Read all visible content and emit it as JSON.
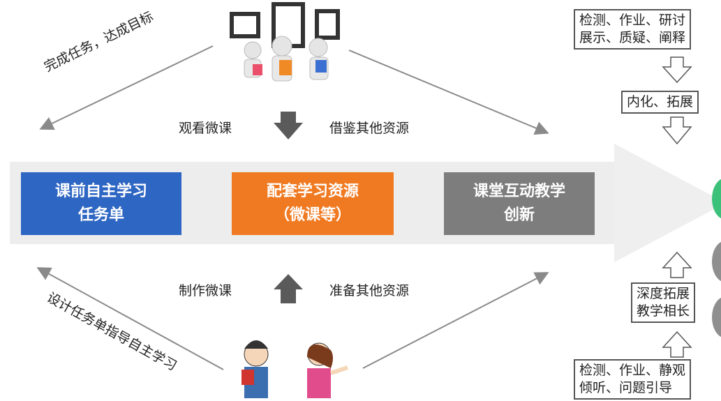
{
  "top_left_diag": "完成任务，达成目标",
  "bottom_left_diag": "设计任务单指导自主学习",
  "watch_label": "观看微课",
  "borrow_label": "借鉴其他资源",
  "make_label": "制作微课",
  "prepare_label": "准备其他资源",
  "boxes": {
    "blue": [
      "课前自主学习",
      "任务单"
    ],
    "orange": [
      "配套学习资源",
      "（微课等）"
    ],
    "gray": [
      "课堂互动教学",
      "创新"
    ]
  },
  "right": {
    "top_box": [
      "检测、作业、研讨",
      "展示、质疑、阐释"
    ],
    "mid_box": "内化、拓展",
    "depth_box": [
      "深度拓展",
      "教学相长"
    ],
    "bottom_box": [
      "检测、作业、静观",
      "倾听、问题引导"
    ]
  },
  "colors": {
    "blue": "#2e66c3",
    "orange": "#f07a22",
    "gray": "#7d7d7d",
    "green": "#3cc17a"
  }
}
